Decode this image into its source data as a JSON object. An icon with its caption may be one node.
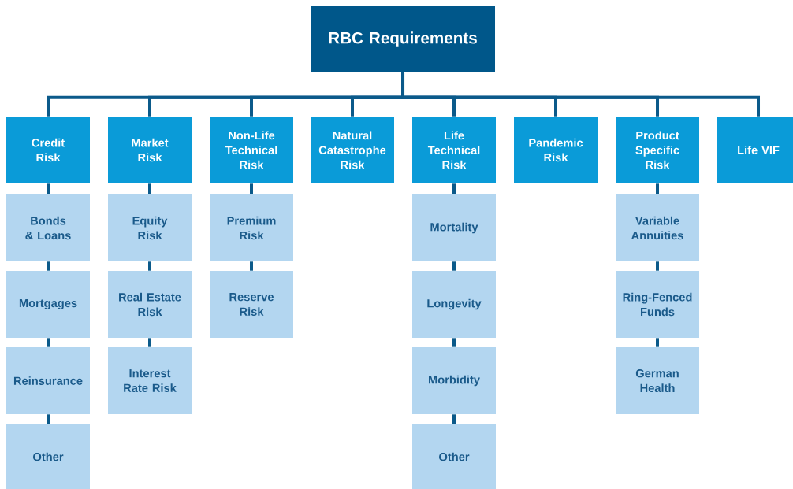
{
  "diagram": {
    "nodes": [
      {
        "text": [
          "RBC Requirements"
        ]
      },
      {
        "text": [
          "Credit Risk"
        ]
      },
      {
        "text": [
          "Bonds & Loans"
        ]
      },
      {
        "text": [
          "Mortgages"
        ]
      },
      {
        "text": [
          "Reinsurance"
        ]
      },
      {
        "text": [
          "Other"
        ]
      },
      {
        "text": [
          "Market Risk"
        ]
      },
      {
        "text": [
          "Equity Risk"
        ]
      },
      {
        "text": [
          "Real Estate Risk"
        ]
      },
      {
        "text": [
          "Interest Rate Risk"
        ]
      },
      {
        "text": [
          "Non-Life Technical Risk"
        ]
      },
      {
        "text": [
          "Premium Risk"
        ]
      },
      {
        "text": [
          "Reserve Risk"
        ]
      },
      {
        "text": [
          "Natural Catastrophe Risk"
        ]
      },
      {
        "text": [
          "Life Technical Risk"
        ]
      },
      {
        "text": [
          "Mortality"
        ]
      },
      {
        "text": [
          "Longevity"
        ]
      },
      {
        "text": [
          "Morbidity"
        ]
      },
      {
        "text": [
          "Other"
        ]
      },
      {
        "text": [
          "Pandemic Risk"
        ]
      },
      {
        "text": [
          "Product Specific Risk"
        ]
      },
      {
        "text": [
          "Variable Annuities"
        ]
      },
      {
        "text": [
          "Ring-Fenced Funds"
        ]
      },
      {
        "text": [
          "German Health"
        ]
      },
      {
        "text": [
          "Life VIF"
        ]
      }
    ],
    "edges": [
      {
        "from": 0,
        "to": 1,
        "arrow": "none"
      },
      {
        "from": 0,
        "to": 6,
        "arrow": "none"
      },
      {
        "from": 0,
        "to": 10,
        "arrow": "none"
      },
      {
        "from": 0,
        "to": 13,
        "arrow": "none"
      },
      {
        "from": 0,
        "to": 14,
        "arrow": "none"
      },
      {
        "from": 0,
        "to": 19,
        "arrow": "none"
      },
      {
        "from": 0,
        "to": 20,
        "arrow": "none"
      },
      {
        "from": 0,
        "to": 24,
        "arrow": "none"
      },
      {
        "from": 1,
        "to": 2,
        "arrow": "none"
      },
      {
        "from": 2,
        "to": 3,
        "arrow": "none"
      },
      {
        "from": 3,
        "to": 4,
        "arrow": "none"
      },
      {
        "from": 4,
        "to": 5,
        "arrow": "none"
      },
      {
        "from": 6,
        "to": 7,
        "arrow": "none"
      },
      {
        "from": 7,
        "to": 8,
        "arrow": "none"
      },
      {
        "from": 8,
        "to": 9,
        "arrow": "none"
      },
      {
        "from": 10,
        "to": 11,
        "arrow": "none"
      },
      {
        "from": 11,
        "to": 12,
        "arrow": "none"
      },
      {
        "from": 14,
        "to": 15,
        "arrow": "none"
      },
      {
        "from": 15,
        "to": 16,
        "arrow": "none"
      },
      {
        "from": 16,
        "to": 17,
        "arrow": "none"
      },
      {
        "from": 17,
        "to": 18,
        "arrow": "none"
      },
      {
        "from": 20,
        "to": 21,
        "arrow": "none"
      },
      {
        "from": 21,
        "to": 22,
        "arrow": "none"
      },
      {
        "from": 22,
        "to": 23,
        "arrow": "none"
      }
    ]
  }
}
